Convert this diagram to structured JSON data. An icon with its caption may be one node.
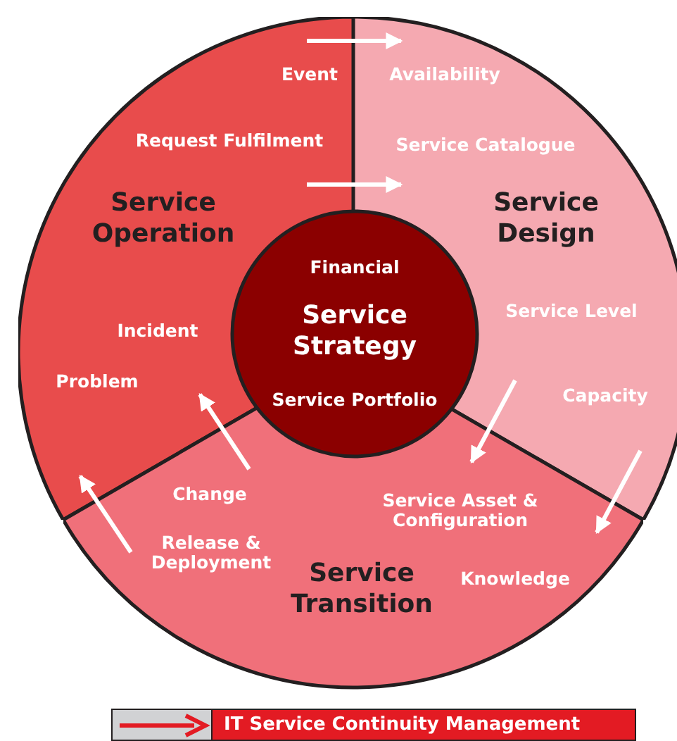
{
  "diagram": {
    "nodes": [
      {
        "text": [
          "Service Operation",
          "Event",
          "Request Fulfilment",
          "Incident",
          "Problem"
        ]
      },
      {
        "text": [
          "Service Design",
          "Availability",
          "Service Catalogue",
          "Service Level",
          "Capacity"
        ]
      },
      {
        "text": [
          "Service Transition",
          "Change",
          "Release & Deployment",
          "Service Asset & Configuration",
          "Knowledge"
        ]
      },
      {
        "text": [
          "Financial",
          "Service Strategy",
          "Service Portfolio"
        ]
      }
    ],
    "edges": [
      {
        "from": 0,
        "to": 1,
        "arrow": "to"
      },
      {
        "from": 0,
        "to": 1,
        "arrow": "to"
      },
      {
        "from": 1,
        "to": 2,
        "arrow": "to"
      },
      {
        "from": 1,
        "to": 2,
        "arrow": "to"
      },
      {
        "from": 2,
        "to": 0,
        "arrow": "to"
      },
      {
        "from": 2,
        "to": 0,
        "arrow": "to"
      }
    ],
    "legend": [
      {
        "text": "IT Service Continuity Management"
      }
    ]
  }
}
